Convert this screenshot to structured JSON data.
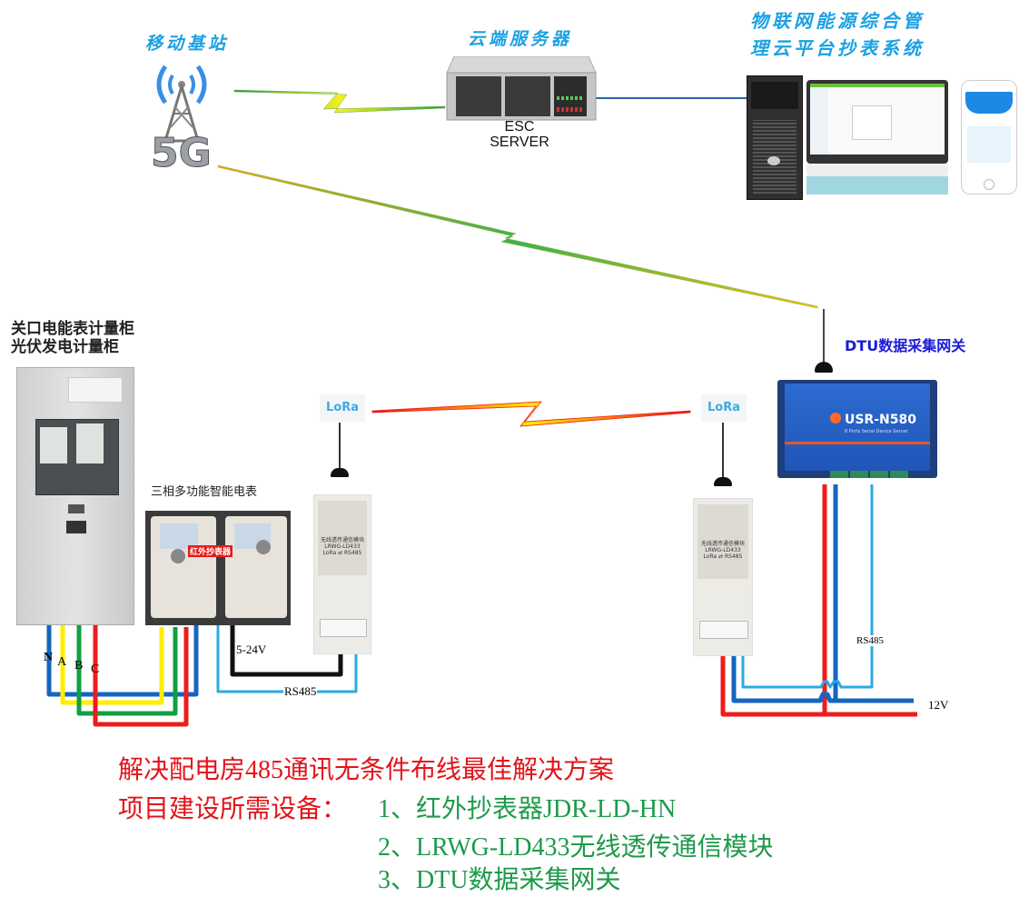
{
  "labels": {
    "base_station": "移动基站",
    "cloud_server": "云端服务器",
    "server_caption_line1": "ESC",
    "server_caption_line2": "SERVER",
    "platform_line1": "物联网能源综合管",
    "platform_line2": "理云平台抄表系统",
    "cabinet_line1": "关口电能表计量柜",
    "cabinet_line2": "光伏发电计量柜",
    "meter_title": "三相多功能智能电表",
    "ir_reader": "红外抄表器",
    "dtu_title": "DTU数据采集网关",
    "dtu_model": "USR-N580",
    "dtu_subtitle": "8 Ports Serial Device Server",
    "lora_badge": "LoRa",
    "lora_module_name": "无线透传通信模块",
    "lora_module_model": "LRWG-LD433",
    "lora_module_proto": "LoRa ⇄ RS485",
    "fiveg_text": "5G"
  },
  "wire_labels": {
    "n": "N",
    "a": "A",
    "b": "B",
    "c": "C",
    "power_left": "5-24V",
    "rs485_left": "RS485",
    "rs485_right": "RS485",
    "power_right": "12V"
  },
  "footer": {
    "headline": "解决配电房485通讯无条件布线最佳解决方案",
    "equipment_prefix": "项目建设所需设备：",
    "items": [
      "1、红外抄表器JDR-LD-HN",
      "2、LRWG-LD433无线透传通信模块",
      "3、DTU数据采集网关"
    ]
  },
  "colors": {
    "title_blue": "#1ba1e2",
    "dtu_title": "#1a1ad6",
    "footer_red": "#e3141a",
    "footer_green": "#1e9a4a",
    "wire_red": "#ee1c1c",
    "wire_yellow": "#ffee00",
    "wire_green": "#10a040",
    "wire_blue": "#1565c0",
    "wire_lightblue": "#29abe2",
    "wire_black": "#111111"
  }
}
